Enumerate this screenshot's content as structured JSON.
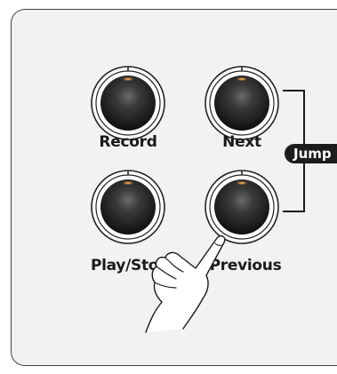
{
  "buttons": {
    "record": "Record",
    "next": "Next",
    "play_stop": "Play/Stop",
    "previous": "Previous"
  },
  "jump": {
    "label": "Jump"
  }
}
